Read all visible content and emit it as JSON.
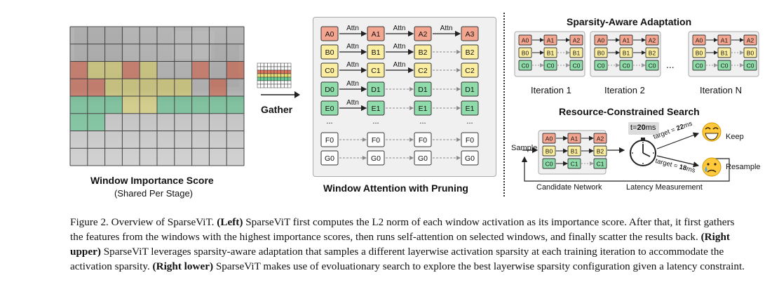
{
  "colors": {
    "row_a": "#f4a58f",
    "row_b": "#fbeea0",
    "row_c": "#fbeea0",
    "row_green": "#8fdcaa",
    "row_white": "#ffffff",
    "panel_bg": "#f0f0f0",
    "heat_red": "#e0735b",
    "heat_yellow": "#e7dd78",
    "heat_green": "#66cc94",
    "grid_gray": "#bdbdbd"
  },
  "left": {
    "title": "Window Importance Score",
    "subtitle": "(Shared Per Stage)",
    "gather_label": "Gather"
  },
  "middle": {
    "title": "Window Attention with Pruning",
    "attn_label": "Attn",
    "ellipsis": "...",
    "rows": [
      [
        "A0",
        "A1",
        "A2",
        "A3"
      ],
      [
        "B0",
        "B1",
        "B2",
        "B2"
      ],
      [
        "C0",
        "C1",
        "C2",
        "C2"
      ],
      [
        "D0",
        "D1",
        "D1",
        "D1"
      ],
      [
        "E0",
        "E1",
        "E1",
        "E1"
      ],
      [
        "F0",
        "F0",
        "F0",
        "F0"
      ],
      [
        "G0",
        "G0",
        "G0",
        "G0"
      ]
    ]
  },
  "right_upper": {
    "title": "Sparsity-Aware Adaptation",
    "iterations": [
      {
        "label": "Iteration 1",
        "rows": [
          [
            "A0",
            "A1",
            "A2"
          ],
          [
            "B0",
            "B1",
            "B1"
          ],
          [
            "C0",
            "C0",
            "C0"
          ]
        ]
      },
      {
        "label": "Iteration 2",
        "rows": [
          [
            "A0",
            "A1",
            "A2"
          ],
          [
            "B0",
            "B1",
            "B2"
          ],
          [
            "C0",
            "C0",
            "C0"
          ]
        ]
      },
      {
        "label": "Iteration N",
        "rows": [
          [
            "A0",
            "A1",
            "A2"
          ],
          [
            "B0",
            "B1",
            "B0"
          ],
          [
            "C0",
            "C0",
            "C0"
          ]
        ]
      }
    ],
    "dots": "..."
  },
  "right_lower": {
    "title": "Resource-Constrained Search",
    "sample_label": "Sample",
    "t_prefix": "t=",
    "t_value": "20",
    "t_unit": "ms",
    "target_keep_prefix": "target = ",
    "target_keep_value": "22",
    "target_keep_unit": "ms",
    "target_resample_prefix": "target = ",
    "target_resample_value": "18",
    "target_resample_unit": "ms",
    "keep_label": "Keep",
    "resample_label": "Resample",
    "candidate_label": "Candidate Network",
    "latency_label": "Latency Measurement",
    "candidate_rows": [
      [
        "A0",
        "A1",
        "A2"
      ],
      [
        "B0",
        "B1",
        "B2"
      ],
      [
        "C0",
        "C1",
        "C1"
      ]
    ]
  },
  "caption": {
    "figure_label": "Figure 2. Overview of SparseViT.",
    "left_head": "(Left)",
    "left_text": "SparseViT first computes the L2 norm of each window activation as its importance score. After that, it first gathers the features from the windows with the highest importance scores, then runs self-attention on selected windows, and finally scatter the results back.",
    "right_upper_head": "(Right upper)",
    "right_upper_text": "SparseViT leverages sparsity-aware adaptation that samples a different layerwise activation sparsity at each training iteration to accommodate the activation sparsity.",
    "right_lower_head": "(Right lower)",
    "right_lower_text": "SparseViT makes use of evoluationary search to explore the best layerwise sparsity configuration given a latency constraint."
  }
}
